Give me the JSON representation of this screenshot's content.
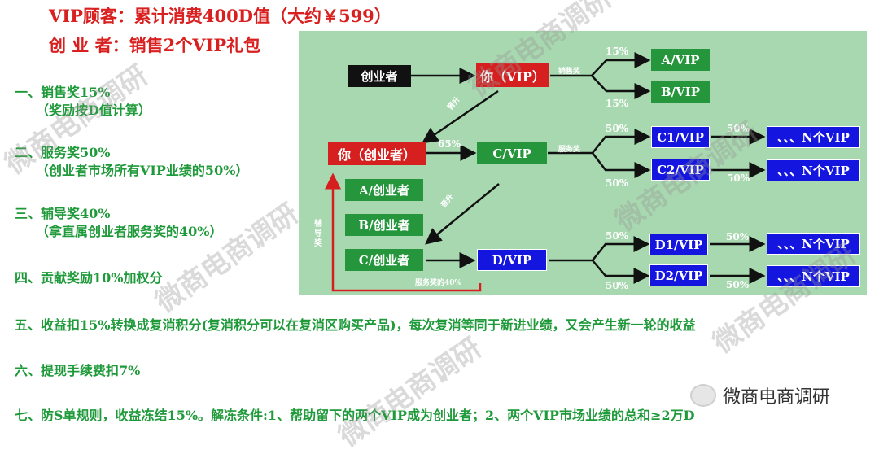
{
  "header": {
    "line1": "VIP顾客：累计消费400D值（大约￥599）",
    "line2": "创 业 者：销售2个VIP礼包"
  },
  "list": [
    "一、销售奖15%",
    "（奖励按D值计算）",
    "二、服务奖50%",
    "（创业者市场所有VIP业绩的50%）",
    "三、辅导奖40%",
    "（拿直属创业者服务奖的40%）",
    "四、贡献奖励10%加权分",
    "五、收益扣15%转换成复消积分(复消积分可以在复消区购买产品)，每次复消等同于新进业绩，又会产生新一轮的收益",
    "六、提现手续费扣7%",
    "七、防S单规则，收益冻结15%。解冻条件:1、帮助留下的两个VIP成为创业者；2、两个VIP市场业绩的总和≥2万D"
  ],
  "diagram": {
    "founder_top": "创业者",
    "you_vip": "你（VIP）",
    "sales_bonus_label": "销售奖",
    "pct_15": "15%",
    "a_vip": "A/VIP",
    "b_vip": "B/VIP",
    "upgrade": "晋升",
    "you_founder": "你（创业者）",
    "pct_65": "65%",
    "c_vip": "C/VIP",
    "service_bonus_label": "服务奖",
    "pct_50": "50%",
    "c1_vip": "C1/VIP",
    "c2_vip": "C2/VIP",
    "n_vip": "、、、N个VIP",
    "a_founder": "A/创业者",
    "b_founder": "B/创业者",
    "c_founder": "C/创业者",
    "d_vip": "D/VIP",
    "d1_vip": "D1/VIP",
    "d2_vip": "D2/VIP",
    "coach_bonus": "辅导奖",
    "service_40": "服务奖的40%"
  },
  "watermark": "微商电商调研",
  "brand": {
    "name": "微商电商调研",
    "icon": "wechat-icon"
  },
  "colors": {
    "red": "#d92020",
    "green": "#1f9a3a",
    "panel": "#a8d8b0",
    "blue_box": "#1515e0"
  }
}
